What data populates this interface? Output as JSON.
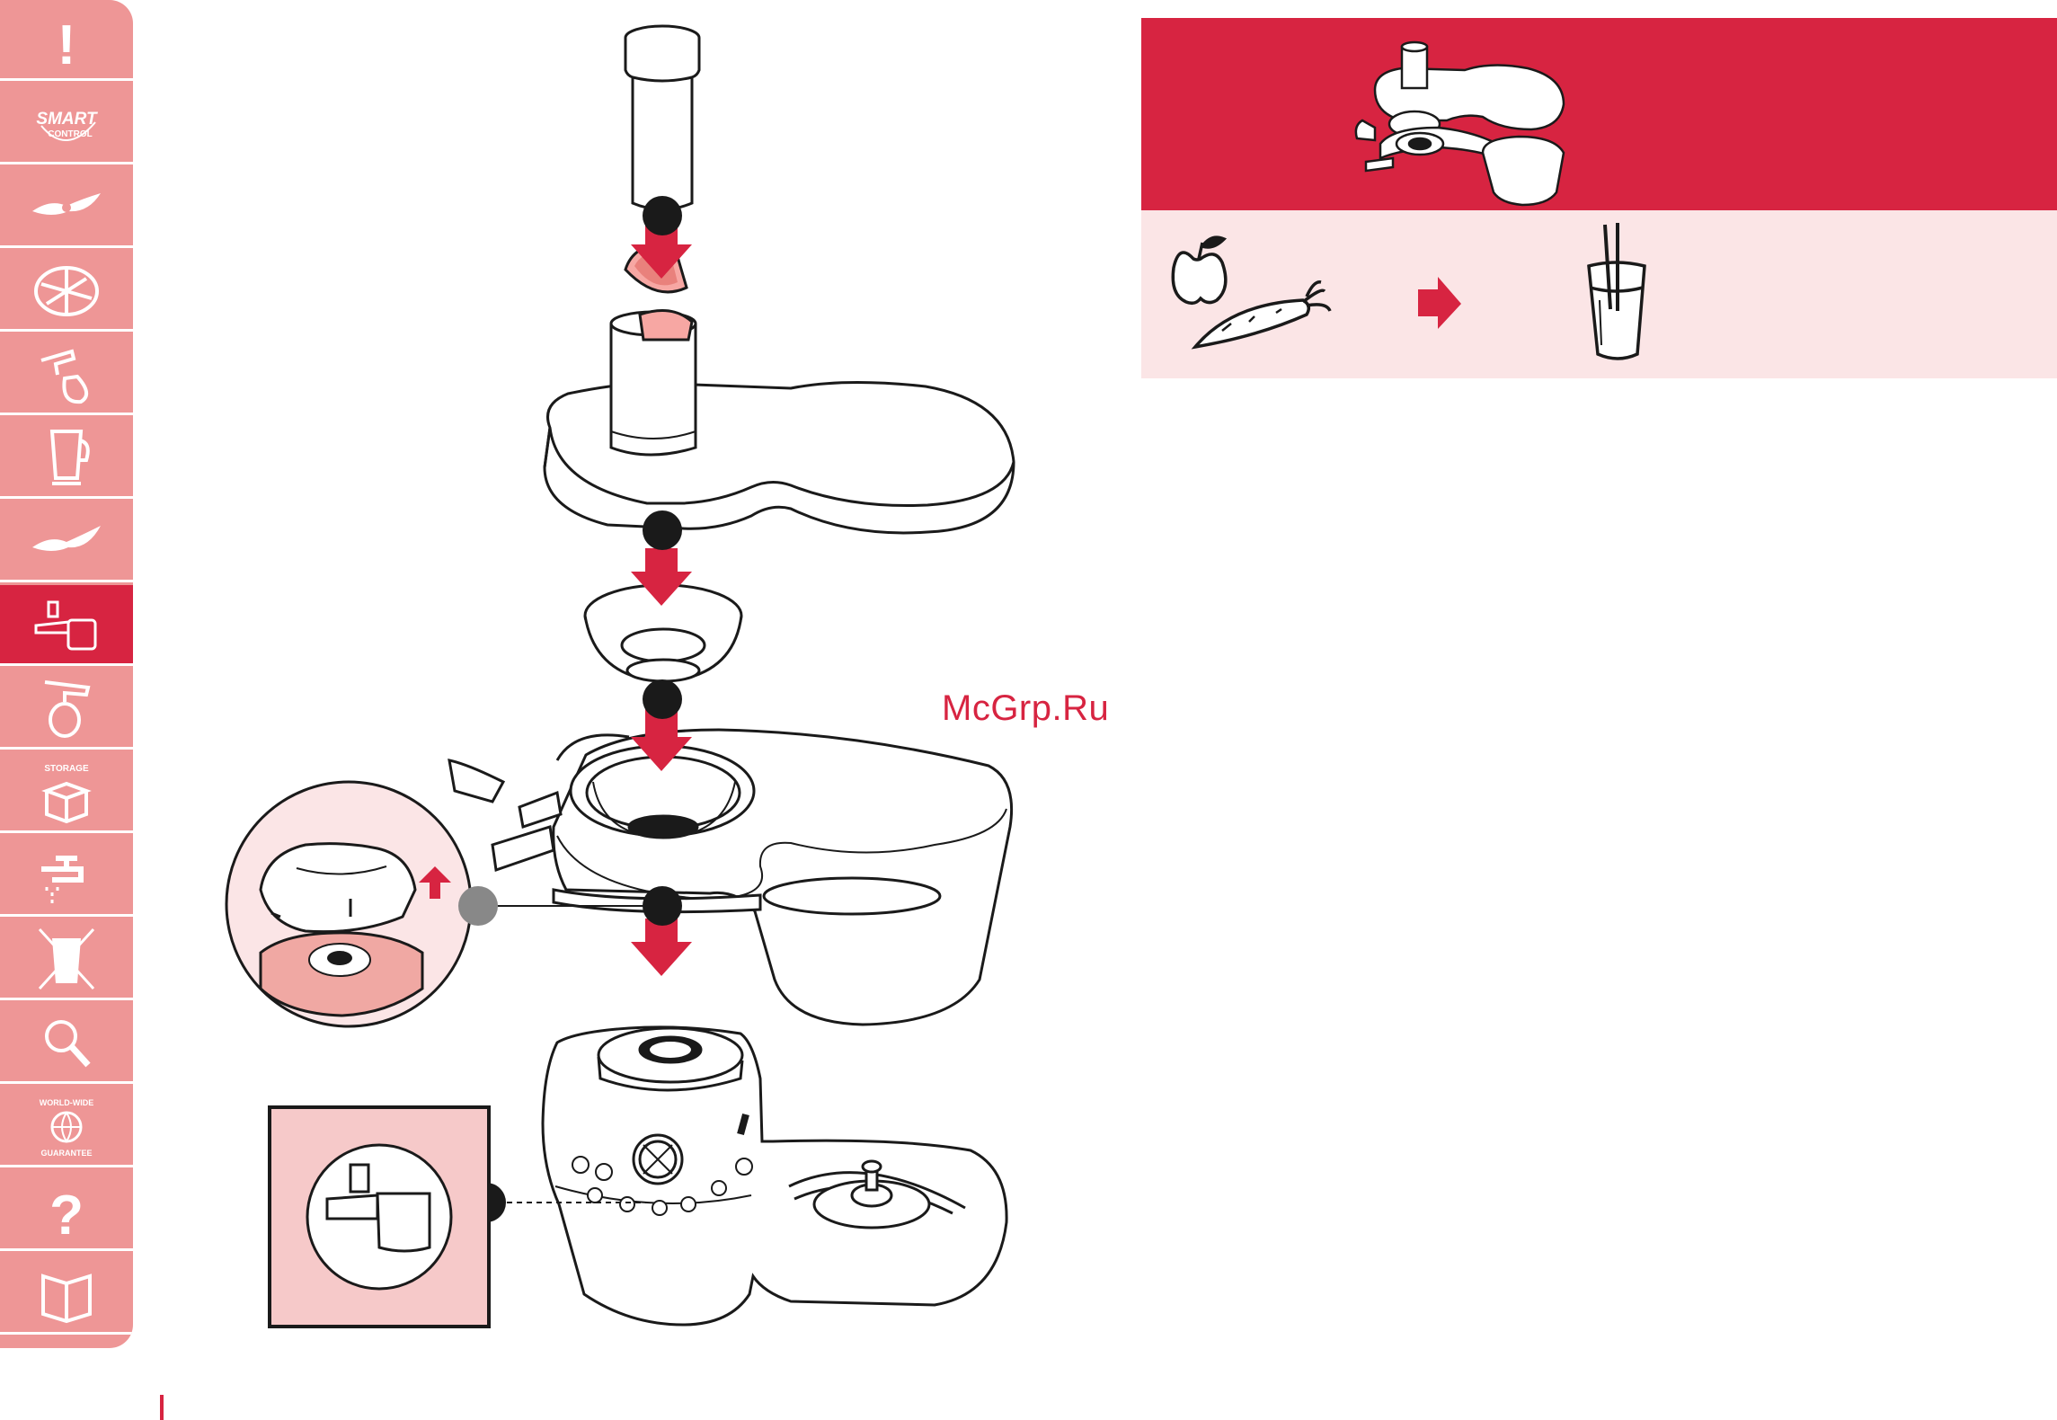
{
  "sidebar": {
    "tabs": [
      {
        "name": "safety",
        "icon": "exclamation-icon",
        "label": "!"
      },
      {
        "name": "smart-control",
        "icon": "smart-control-logo-icon",
        "label": "SMART",
        "sublabel": "CONTROL"
      },
      {
        "name": "blade",
        "icon": "blade-icon"
      },
      {
        "name": "disc",
        "icon": "slicing-disc-icon"
      },
      {
        "name": "whisk",
        "icon": "whisk-icon"
      },
      {
        "name": "blender",
        "icon": "blender-jug-icon"
      },
      {
        "name": "blender-blade",
        "icon": "blender-blade-icon"
      },
      {
        "name": "juicer",
        "icon": "juicer-icon",
        "active": true
      },
      {
        "name": "mincer",
        "icon": "mincer-icon"
      },
      {
        "name": "storage",
        "icon": "storage-box-icon",
        "label": "STORAGE"
      },
      {
        "name": "cleaning",
        "icon": "tap-icon"
      },
      {
        "name": "disposal",
        "icon": "crossed-bin-icon"
      },
      {
        "name": "troubleshooting",
        "icon": "magnifier-icon"
      },
      {
        "name": "guarantee",
        "icon": "globe-icon",
        "label": "WORLD-WIDE",
        "sublabel": "GUARANTEE"
      },
      {
        "name": "faq",
        "icon": "question-icon",
        "label": "?"
      },
      {
        "name": "recipes",
        "icon": "book-icon"
      }
    ]
  },
  "watermark": "McGrp.Ru",
  "panel": {
    "banner_icon": "juicer-attachment-icon",
    "strip_icons": [
      "fruit-vegetable-icon",
      "arrow-right-icon",
      "juice-glass-icon"
    ]
  },
  "colors": {
    "accent": "#d72441",
    "sidebar": "#ee9696",
    "strip": "#fbe5e6",
    "inset": "#f6c9c9"
  }
}
